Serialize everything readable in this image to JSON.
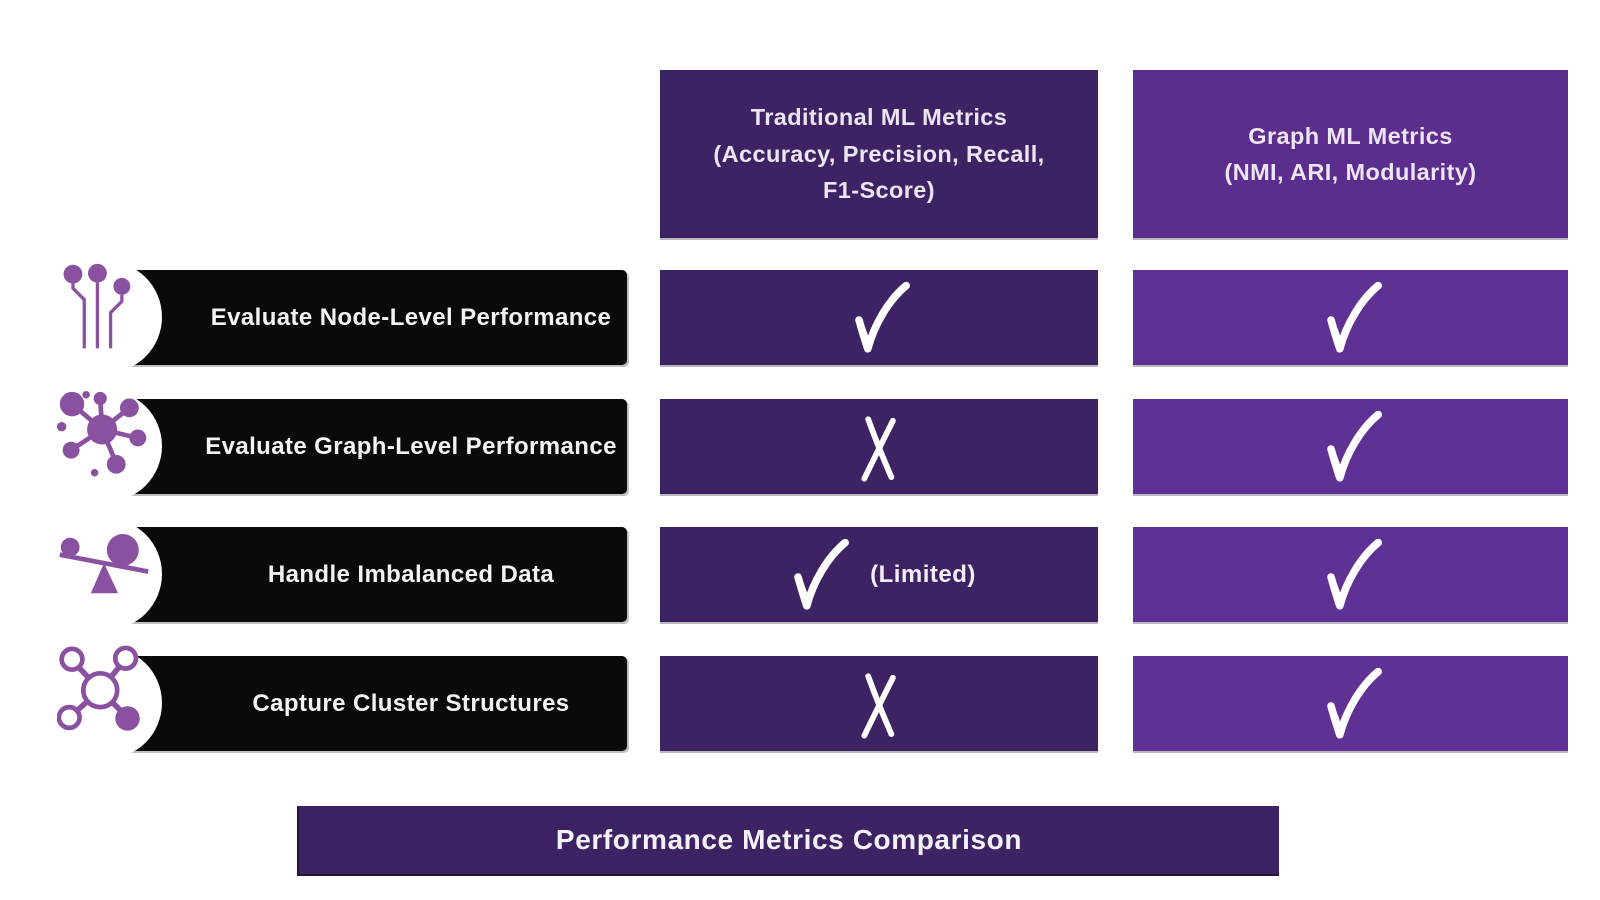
{
  "colors": {
    "col_a": "#3e2364",
    "col_b_header": "#5b2d8c",
    "col_b_cell": "#5f3195",
    "black_bar": "#0c090d",
    "icon_purple": "#8a51a1",
    "title_bg": "#3e2364",
    "mark_white": "#ffffff"
  },
  "columns": {
    "traditional": {
      "header": "Traditional ML Metrics\n(Accuracy, Precision, Recall,\nF1-Score)"
    },
    "graph": {
      "header": "Graph ML Metrics\n(NMI, ARI, Modularity)"
    }
  },
  "rows": [
    {
      "label": "Evaluate Node-Level Performance",
      "icon": "node-pins-icon",
      "traditional": {
        "mark": "check",
        "note": ""
      },
      "graph": {
        "mark": "check",
        "note": ""
      }
    },
    {
      "label": "Evaluate Graph-Level Performance",
      "icon": "network-hub-icon",
      "traditional": {
        "mark": "cross",
        "note": ""
      },
      "graph": {
        "mark": "check",
        "note": ""
      }
    },
    {
      "label": "Handle Imbalanced Data",
      "icon": "balance-seesaw-icon",
      "traditional": {
        "mark": "check",
        "note": "(Limited)"
      },
      "graph": {
        "mark": "check",
        "note": ""
      }
    },
    {
      "label": "Capture Cluster Structures",
      "icon": "cluster-nodes-icon",
      "traditional": {
        "mark": "cross",
        "note": ""
      },
      "graph": {
        "mark": "check",
        "note": ""
      }
    }
  ],
  "footer": {
    "title": "Performance Metrics Comparison"
  }
}
